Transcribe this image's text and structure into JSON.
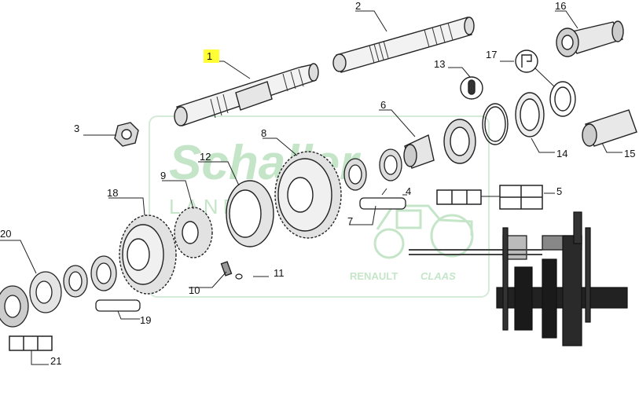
{
  "diagram": {
    "highlight_color": "#ffff33",
    "watermark_color": "#bfe3c4",
    "watermark": {
      "main": "Schaller",
      "sub": "LAND",
      "brand_left": "RENAULT",
      "brand_right": "CLAAS"
    },
    "labels": [
      {
        "id": "1",
        "text": "1"
      },
      {
        "id": "2",
        "text": "2"
      },
      {
        "id": "3",
        "text": "3"
      },
      {
        "id": "4",
        "text": "4"
      },
      {
        "id": "5",
        "text": "5"
      },
      {
        "id": "6",
        "text": "6"
      },
      {
        "id": "7",
        "text": "7"
      },
      {
        "id": "8",
        "text": "8"
      },
      {
        "id": "9",
        "text": "9"
      },
      {
        "id": "10",
        "text": "10"
      },
      {
        "id": "11",
        "text": "11"
      },
      {
        "id": "12",
        "text": "12"
      },
      {
        "id": "13",
        "text": "13"
      },
      {
        "id": "14",
        "text": "14"
      },
      {
        "id": "15",
        "text": "15"
      },
      {
        "id": "16",
        "text": "16"
      },
      {
        "id": "17",
        "text": "17"
      },
      {
        "id": "18",
        "text": "18"
      },
      {
        "id": "19",
        "text": "19"
      },
      {
        "id": "20",
        "text": "20"
      },
      {
        "id": "21",
        "text": "21"
      }
    ]
  }
}
